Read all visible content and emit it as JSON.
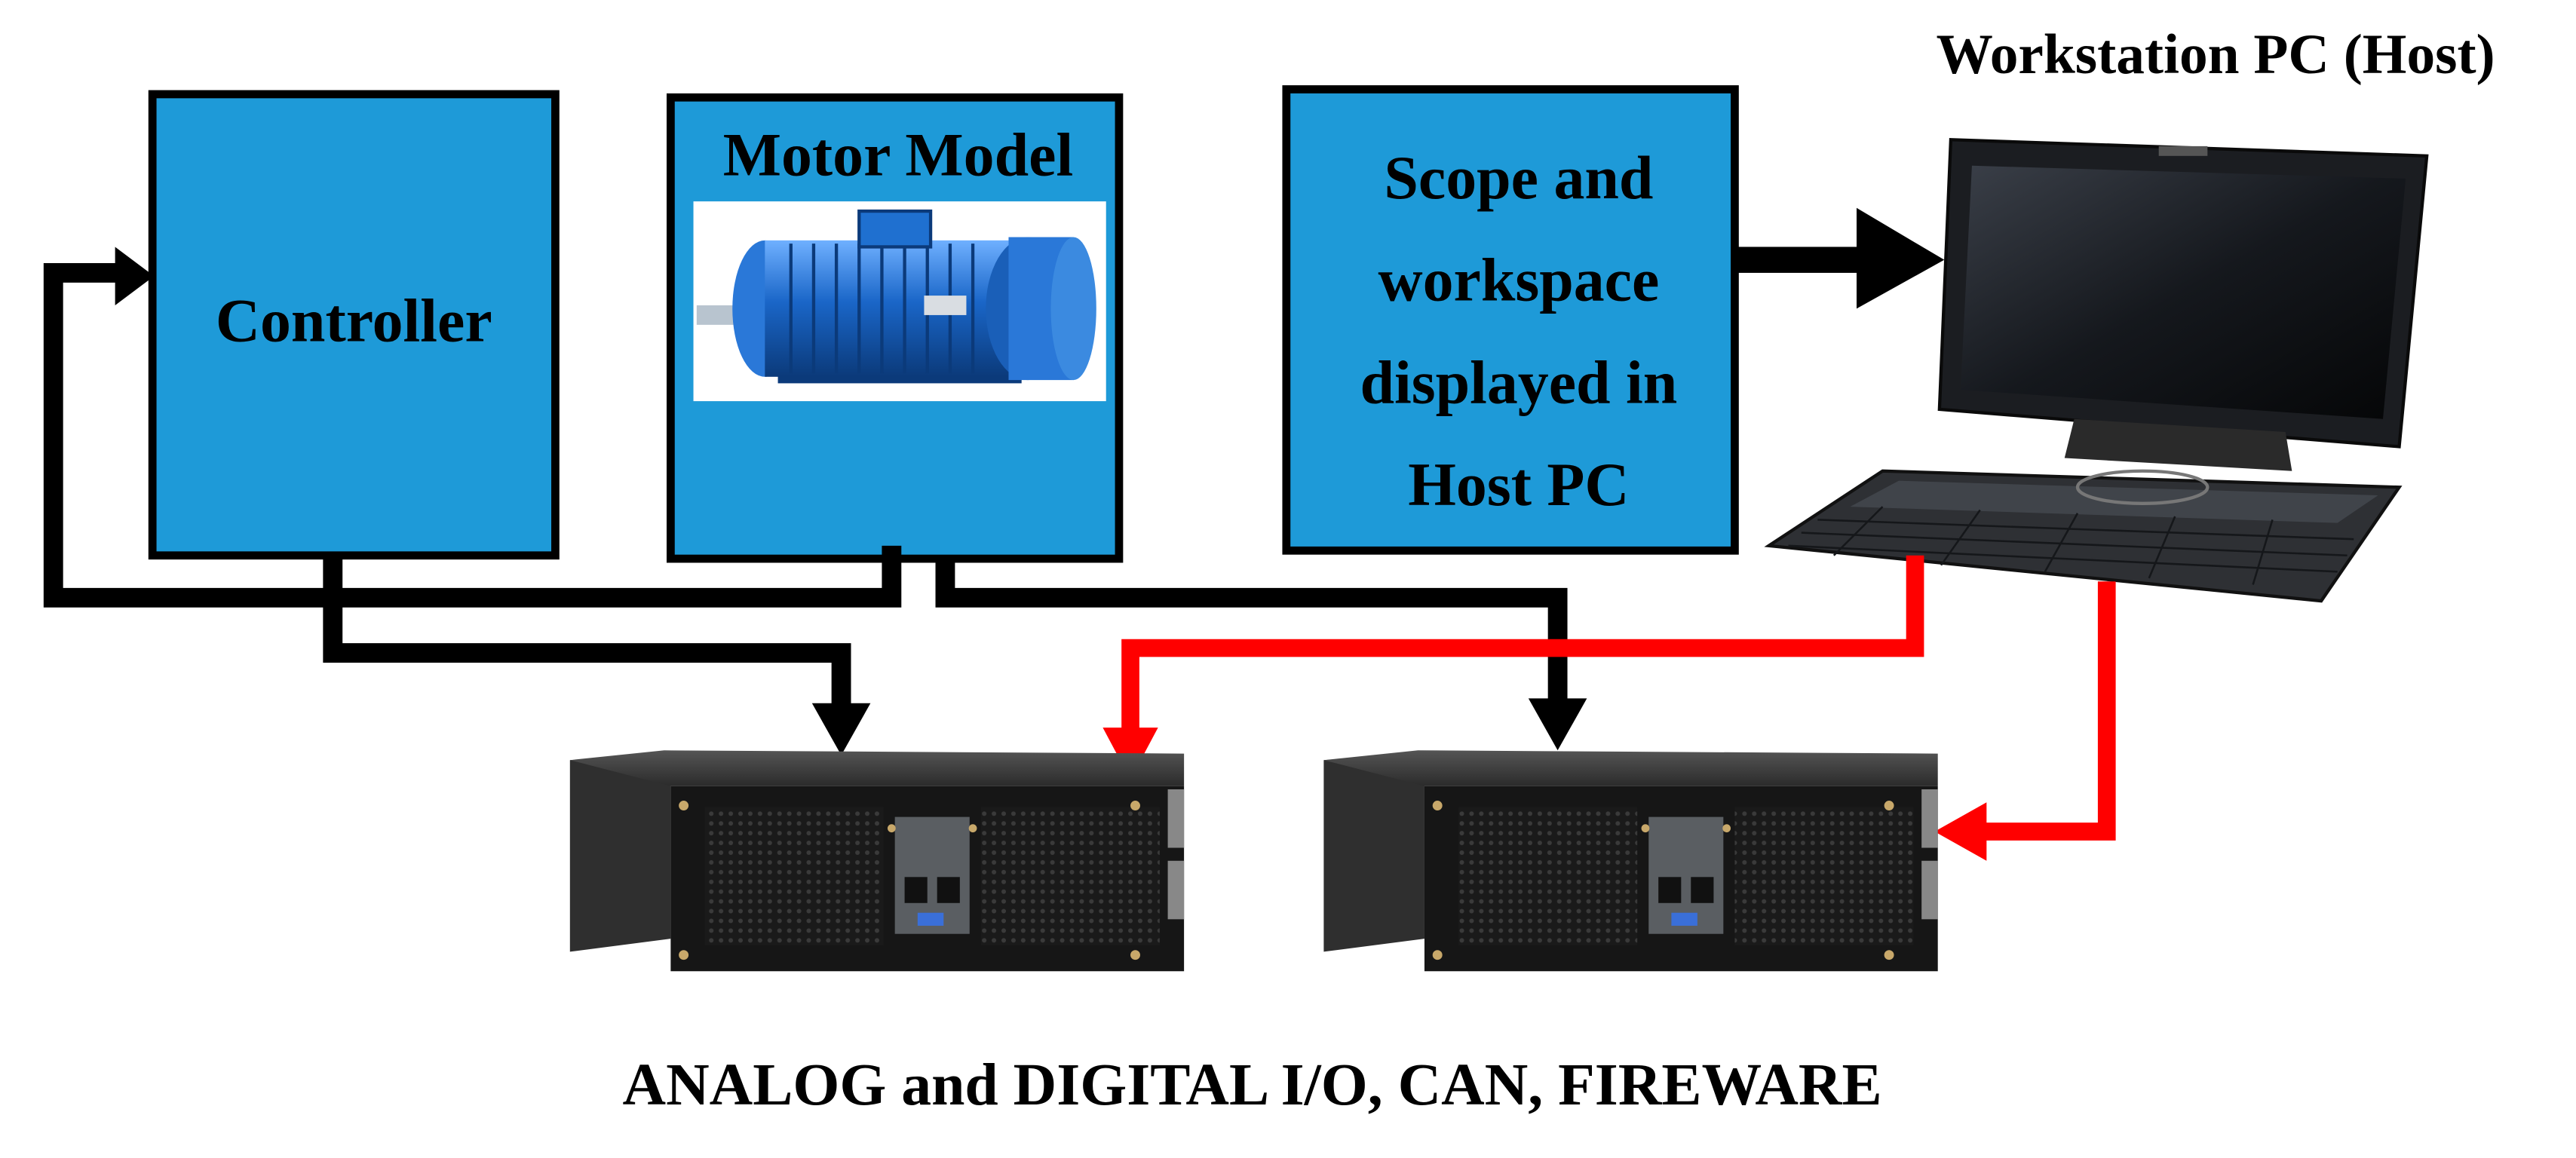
{
  "host_label": "Workstation PC (Host)",
  "blocks": {
    "controller": {
      "label": "Controller"
    },
    "motor_model": {
      "label": "Motor Model"
    },
    "scope": {
      "lines": [
        "Scope and",
        "workspace",
        "displayed in",
        "Host PC"
      ]
    }
  },
  "caption": "ANALOG and DIGITAL I/O, CAN, FIREWARE",
  "colors": {
    "block_fill": "#1e9ad8",
    "signal_line": "#000000",
    "host_link": "#ff0000",
    "motor_blue": "#1a66c8"
  },
  "icons": [
    "electric-motor-picture",
    "laptop-picture",
    "rack-io-unit-picture"
  ]
}
